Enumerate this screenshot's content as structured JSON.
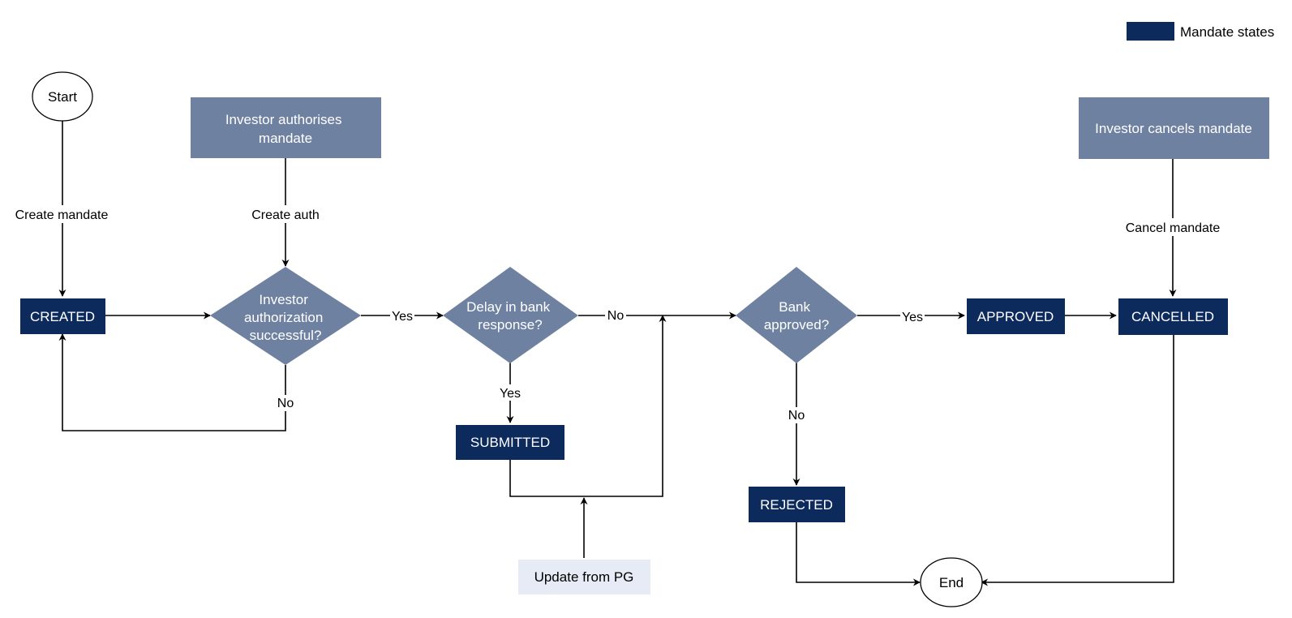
{
  "colors": {
    "state": "#0c2a5b",
    "action": "#6f81a0",
    "external": "#e6ebf5",
    "line": "#000000",
    "white": "#ffffff",
    "text_dark": "#000000"
  },
  "legend": {
    "label": "Mandate states"
  },
  "nodes": {
    "start": "Start",
    "end": "End",
    "investor_authorises": [
      "Investor authorises",
      "mandate"
    ],
    "investor_cancels": "Investor cancels mandate",
    "created": "CREATED",
    "submitted": "SUBMITTED",
    "rejected": "REJECTED",
    "approved": "APPROVED",
    "cancelled": "CANCELLED",
    "auth_success": [
      "Investor",
      "authorization",
      "successful?"
    ],
    "delay_bank": [
      "Delay in bank",
      "response?"
    ],
    "bank_approved": [
      "Bank",
      "approved?"
    ],
    "update_pg": "Update from PG"
  },
  "edge_labels": {
    "create_mandate": "Create mandate",
    "create_auth": "Create auth",
    "cancel_mandate": "Cancel mandate",
    "auth_yes": "Yes",
    "auth_no": "No",
    "delay_no": "No",
    "delay_yes": "Yes",
    "bank_yes": "Yes",
    "bank_no": "No"
  }
}
